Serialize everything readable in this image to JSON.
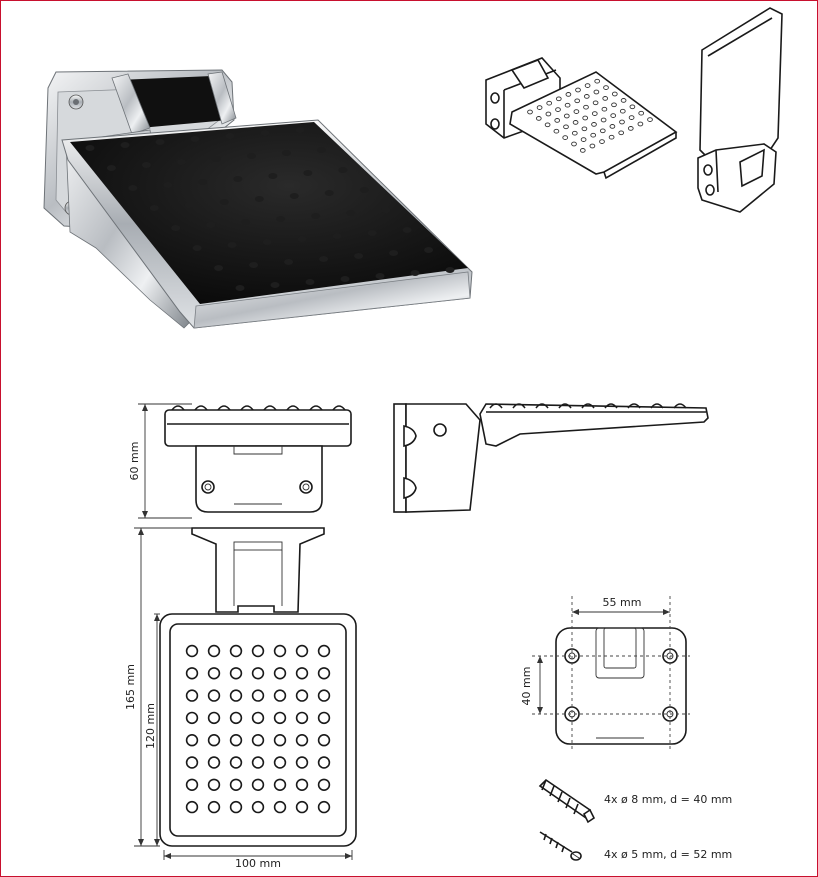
{
  "dimensions": {
    "height_mount": "60 mm",
    "total_depth": "165 mm",
    "seat_depth": "120 mm",
    "width": "100 mm",
    "hole_spacing_h": "55 mm",
    "hole_spacing_v": "40 mm"
  },
  "fixings": [
    {
      "label": "4x  ø 8 mm, d = 40 mm"
    },
    {
      "label": "4x  ø 5 mm, d = 52 mm"
    }
  ],
  "colors": {
    "frame_border": "#c8102e",
    "pad": "#111111",
    "chrome_light": "#e8eaec",
    "chrome_dark": "#8a8e93"
  },
  "icons": [
    "wall-plug-icon",
    "screw-icon"
  ]
}
